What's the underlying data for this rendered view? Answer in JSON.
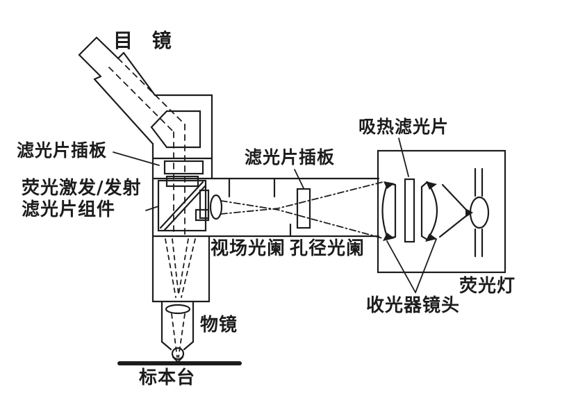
{
  "labels": {
    "eyepiece": "目 镜",
    "filter_slider_left": "滤光片插板",
    "fluorescence_filter_line1": "荧光激发/发射",
    "fluorescence_filter_line2": "滤光片组件",
    "filter_slider_middle": "滤光片插板",
    "heat_filter": "吸热滤光片",
    "field_diaphragm": "视场光阑",
    "aperture_diaphragm": "孔径光阑",
    "fluorescent_lamp": "荧光灯",
    "collector_lens": "收光器镜头",
    "objective": "物镜",
    "stage": "标本台"
  },
  "colors": {
    "ink": "#1c1c1c",
    "paper": "#ffffff"
  }
}
